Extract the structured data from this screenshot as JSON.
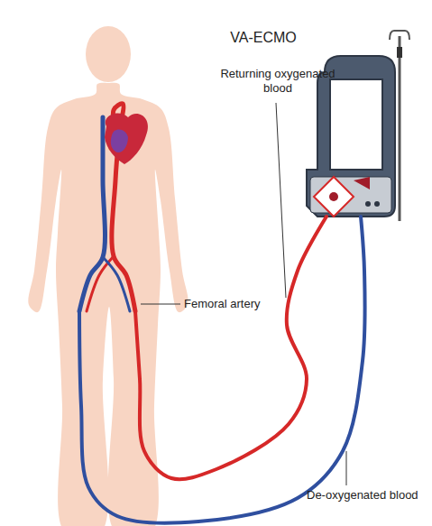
{
  "diagram": {
    "title": "VA-ECMO",
    "labels": [
      "Returning oxygenated blood",
      "Femoral artery",
      "De-oxygenated blood"
    ]
  }
}
